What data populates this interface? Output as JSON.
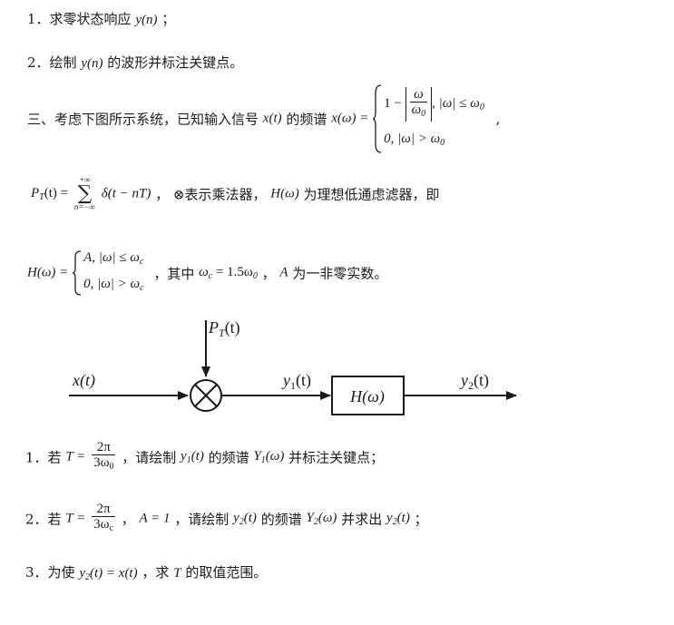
{
  "items": {
    "q1": "1．求零状态响应",
    "q1_tail": "；",
    "q2": "2．绘制",
    "q2_tail": "的波形并标注关键点。",
    "p3_head": "三、考虑下图所示系统，已知输入信号",
    "p3_mid": "的频谱",
    "p3_pt_text": "⊗表示乘法器，",
    "p3_h_text": "为理想低通虑滤器，即",
    "p3_where": "，其中",
    "p3_a_text": "为一非零实数。",
    "s1": "1．若",
    "s1_mid": "，请绘制",
    "s1_mid2": "的频谱",
    "s1_tail": "并标注关键点；",
    "s2": "2．若",
    "s2_mid": "，请绘制",
    "s2_mid2": "的频谱",
    "s2_tail": "并求出",
    "s2_end": "；",
    "s3": "3．为使",
    "s3_mid": "，求",
    "s3_tail": "的取值范围。"
  },
  "math": {
    "yn": "y(n)",
    "xt": "x(t)",
    "xw": "x(ω) =",
    "case1": "1 − |ω/ω₀|, |ω| ≤ ω₀",
    "case1_a": "1 −",
    "case1_b": ", |ω| ≤ ω",
    "omega": "ω",
    "omega0": "ω",
    "case2": "0, |ω| > ω",
    "pt_lhs": "P",
    "pt_rhs": "(t) =",
    "sum_top": "+∞",
    "sum_bot": "n=−∞",
    "delta": "δ(t − nT)",
    "hw": "H(ω)",
    "hw_eq": "H(ω) =",
    "hcase1": "A, |ω| ≤ ω",
    "hcase2": "0, |ω| > ω",
    "wc_eq": "ω",
    "wc_val": "= 1.5ω",
    "A": "A",
    "T_eq": "T =",
    "two_pi": "2π",
    "three_w": "3ω",
    "A1": "A = 1",
    "y1t": "y",
    "Y1w": "Y",
    "y2t": "y",
    "Y2w": "Y",
    "arg_t": "(t)",
    "arg_w": "(ω)",
    "s3_eq": "(t) = x(t)",
    "T": "T",
    "comma": "，",
    "comma2": ",",
    "sub0": "0",
    "subc": "c",
    "sub1": "1",
    "sub2": "2",
    "subT": "T"
  },
  "diagram": {
    "in_label": "x(t)",
    "pt_label": "P",
    "pt_sub": "T",
    "pt_arg": "(t)",
    "y1_label": "y",
    "y1_sub": "1",
    "y1_arg": "(t)",
    "box_label": "H(ω)",
    "y2_label": "y",
    "y2_sub": "2",
    "y2_arg": "(t)"
  }
}
